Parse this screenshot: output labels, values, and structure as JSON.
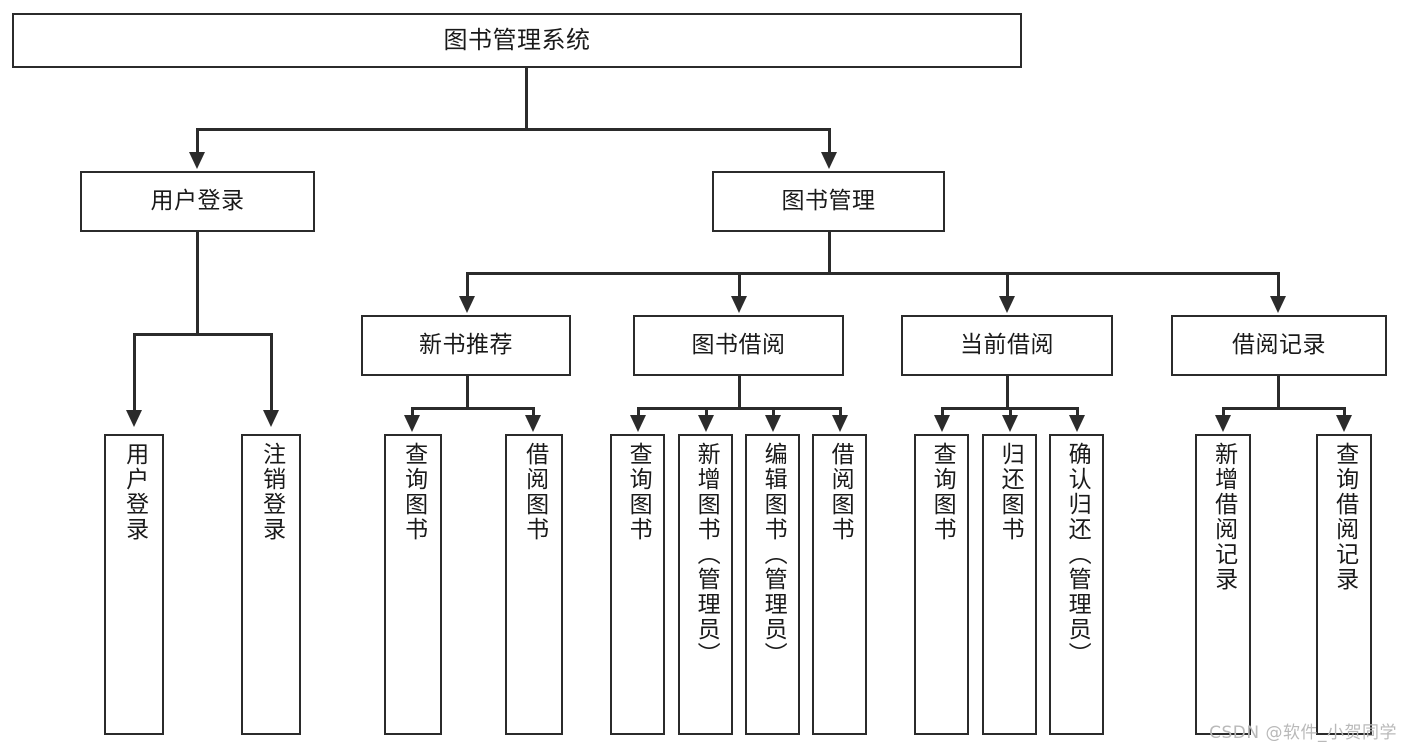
{
  "diagram": {
    "type": "tree-hierarchy",
    "title": "图书管理系统",
    "root": {
      "label": "图书管理系统"
    },
    "level1": [
      {
        "label": "用户登录"
      },
      {
        "label": "图书管理"
      }
    ],
    "level2": [
      {
        "label": "新书推荐"
      },
      {
        "label": "图书借阅"
      },
      {
        "label": "当前借阅"
      },
      {
        "label": "借阅记录"
      }
    ],
    "leaves": {
      "user_login": [
        {
          "label": "用户登录"
        },
        {
          "label": "注销登录"
        }
      ],
      "new_book_recommend": [
        {
          "label": "查询图书"
        },
        {
          "label": "借阅图书"
        }
      ],
      "book_borrow": [
        {
          "label": "查询图书"
        },
        {
          "label": "新增图书（管理员）"
        },
        {
          "label": "编辑图书（管理员）"
        },
        {
          "label": "借阅图书"
        }
      ],
      "current_borrow": [
        {
          "label": "查询图书"
        },
        {
          "label": "归还图书"
        },
        {
          "label": "确认归还（管理员）"
        }
      ],
      "borrow_record": [
        {
          "label": "新增借阅记录"
        },
        {
          "label": "查询借阅记录"
        }
      ]
    }
  },
  "watermark": {
    "text": "CSDN @软件_小贺同学"
  },
  "colors": {
    "stroke": "#2b2b2b",
    "fill": "#ffffff",
    "text": "#1a1a1a",
    "watermark": "#b9b9b9"
  }
}
